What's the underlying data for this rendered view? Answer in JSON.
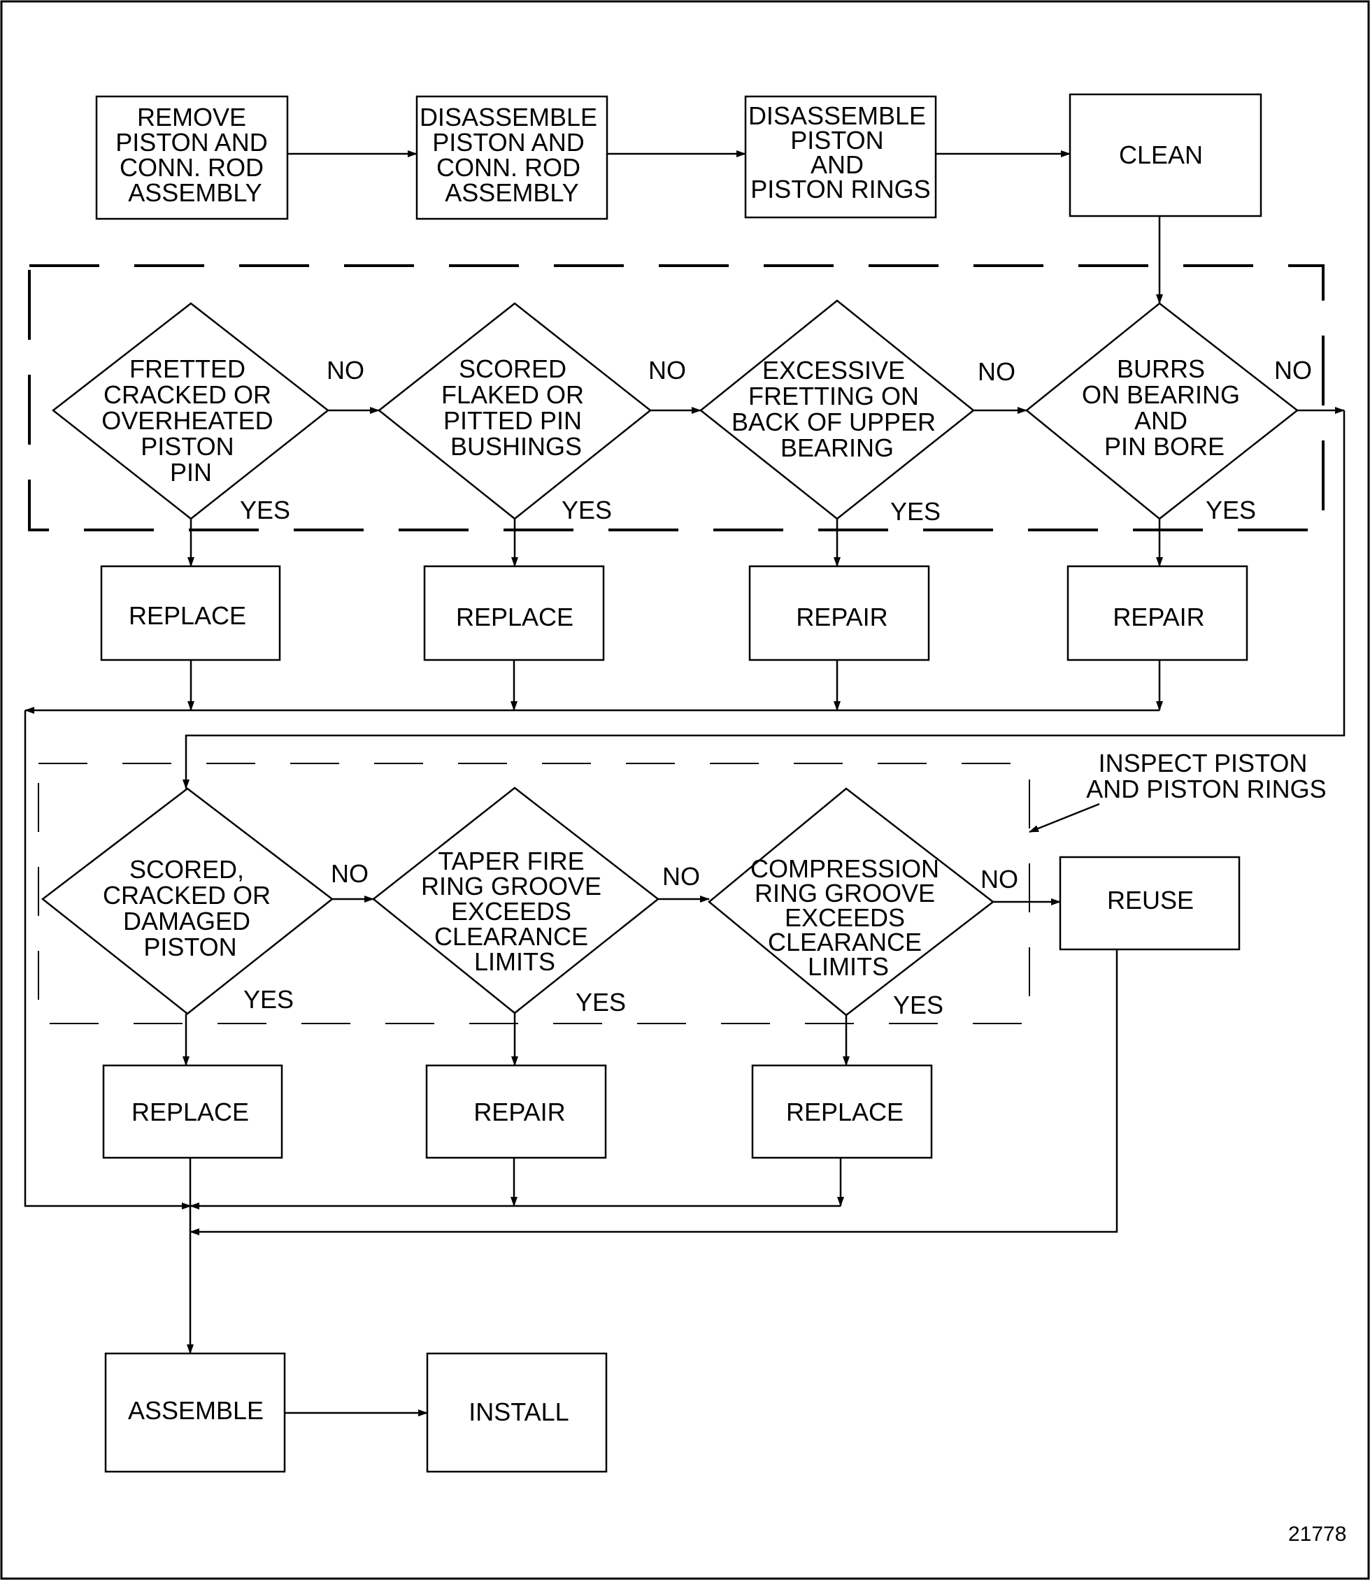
{
  "steps": {
    "remove": [
      "REMOVE",
      "PISTON AND",
      "CONN. ROD",
      "ASSEMBLY"
    ],
    "disassemble_rod": [
      "DISASSEMBLE",
      "PISTON AND",
      "CONN. ROD",
      "ASSEMBLY"
    ],
    "disassemble_rings": [
      "DISASSEMBLE",
      "PISTON",
      "AND",
      "PISTON RINGS"
    ],
    "clean": [
      "CLEAN"
    ],
    "reuse": [
      "REUSE"
    ],
    "assemble": [
      "ASSEMBLE"
    ],
    "install": [
      "INSTALL"
    ]
  },
  "decisions_row1": [
    {
      "lines": [
        "FRETTED",
        "CRACKED OR",
        "OVERHEATED",
        "PISTON",
        "PIN"
      ],
      "yes": "YES",
      "no": "NO",
      "action": "REPLACE"
    },
    {
      "lines": [
        "SCORED",
        "FLAKED OR",
        "PITTED PIN",
        "BUSHINGS"
      ],
      "yes": "YES",
      "no": "NO",
      "action": "REPLACE"
    },
    {
      "lines": [
        "EXCESSIVE",
        "FRETTING ON",
        "BACK OF UPPER",
        "BEARING"
      ],
      "yes": "YES",
      "no": "NO",
      "action": "REPAIR"
    },
    {
      "lines": [
        "BURRS",
        "ON BEARING",
        "AND",
        "PIN BORE"
      ],
      "yes": "YES",
      "no": "NO",
      "action": "REPAIR"
    }
  ],
  "decisions_row2": [
    {
      "lines": [
        "SCORED,",
        "CRACKED OR",
        "DAMAGED",
        "PISTON"
      ],
      "yes": "YES",
      "no": "NO",
      "action": "REPLACE"
    },
    {
      "lines": [
        "TAPER FIRE",
        "RING GROOVE",
        "EXCEEDS",
        "CLEARANCE",
        "LIMITS"
      ],
      "yes": "YES",
      "no": "NO",
      "action": "REPAIR"
    },
    {
      "lines": [
        "COMPRESSION",
        "RING GROOVE",
        "EXCEEDS",
        "CLEARANCE",
        "LIMITS"
      ],
      "yes": "YES",
      "no": "NO",
      "action": "REPLACE"
    }
  ],
  "inspect_note": [
    "INSPECT PISTON",
    "AND PISTON RINGS"
  ],
  "figure_number": "21778"
}
